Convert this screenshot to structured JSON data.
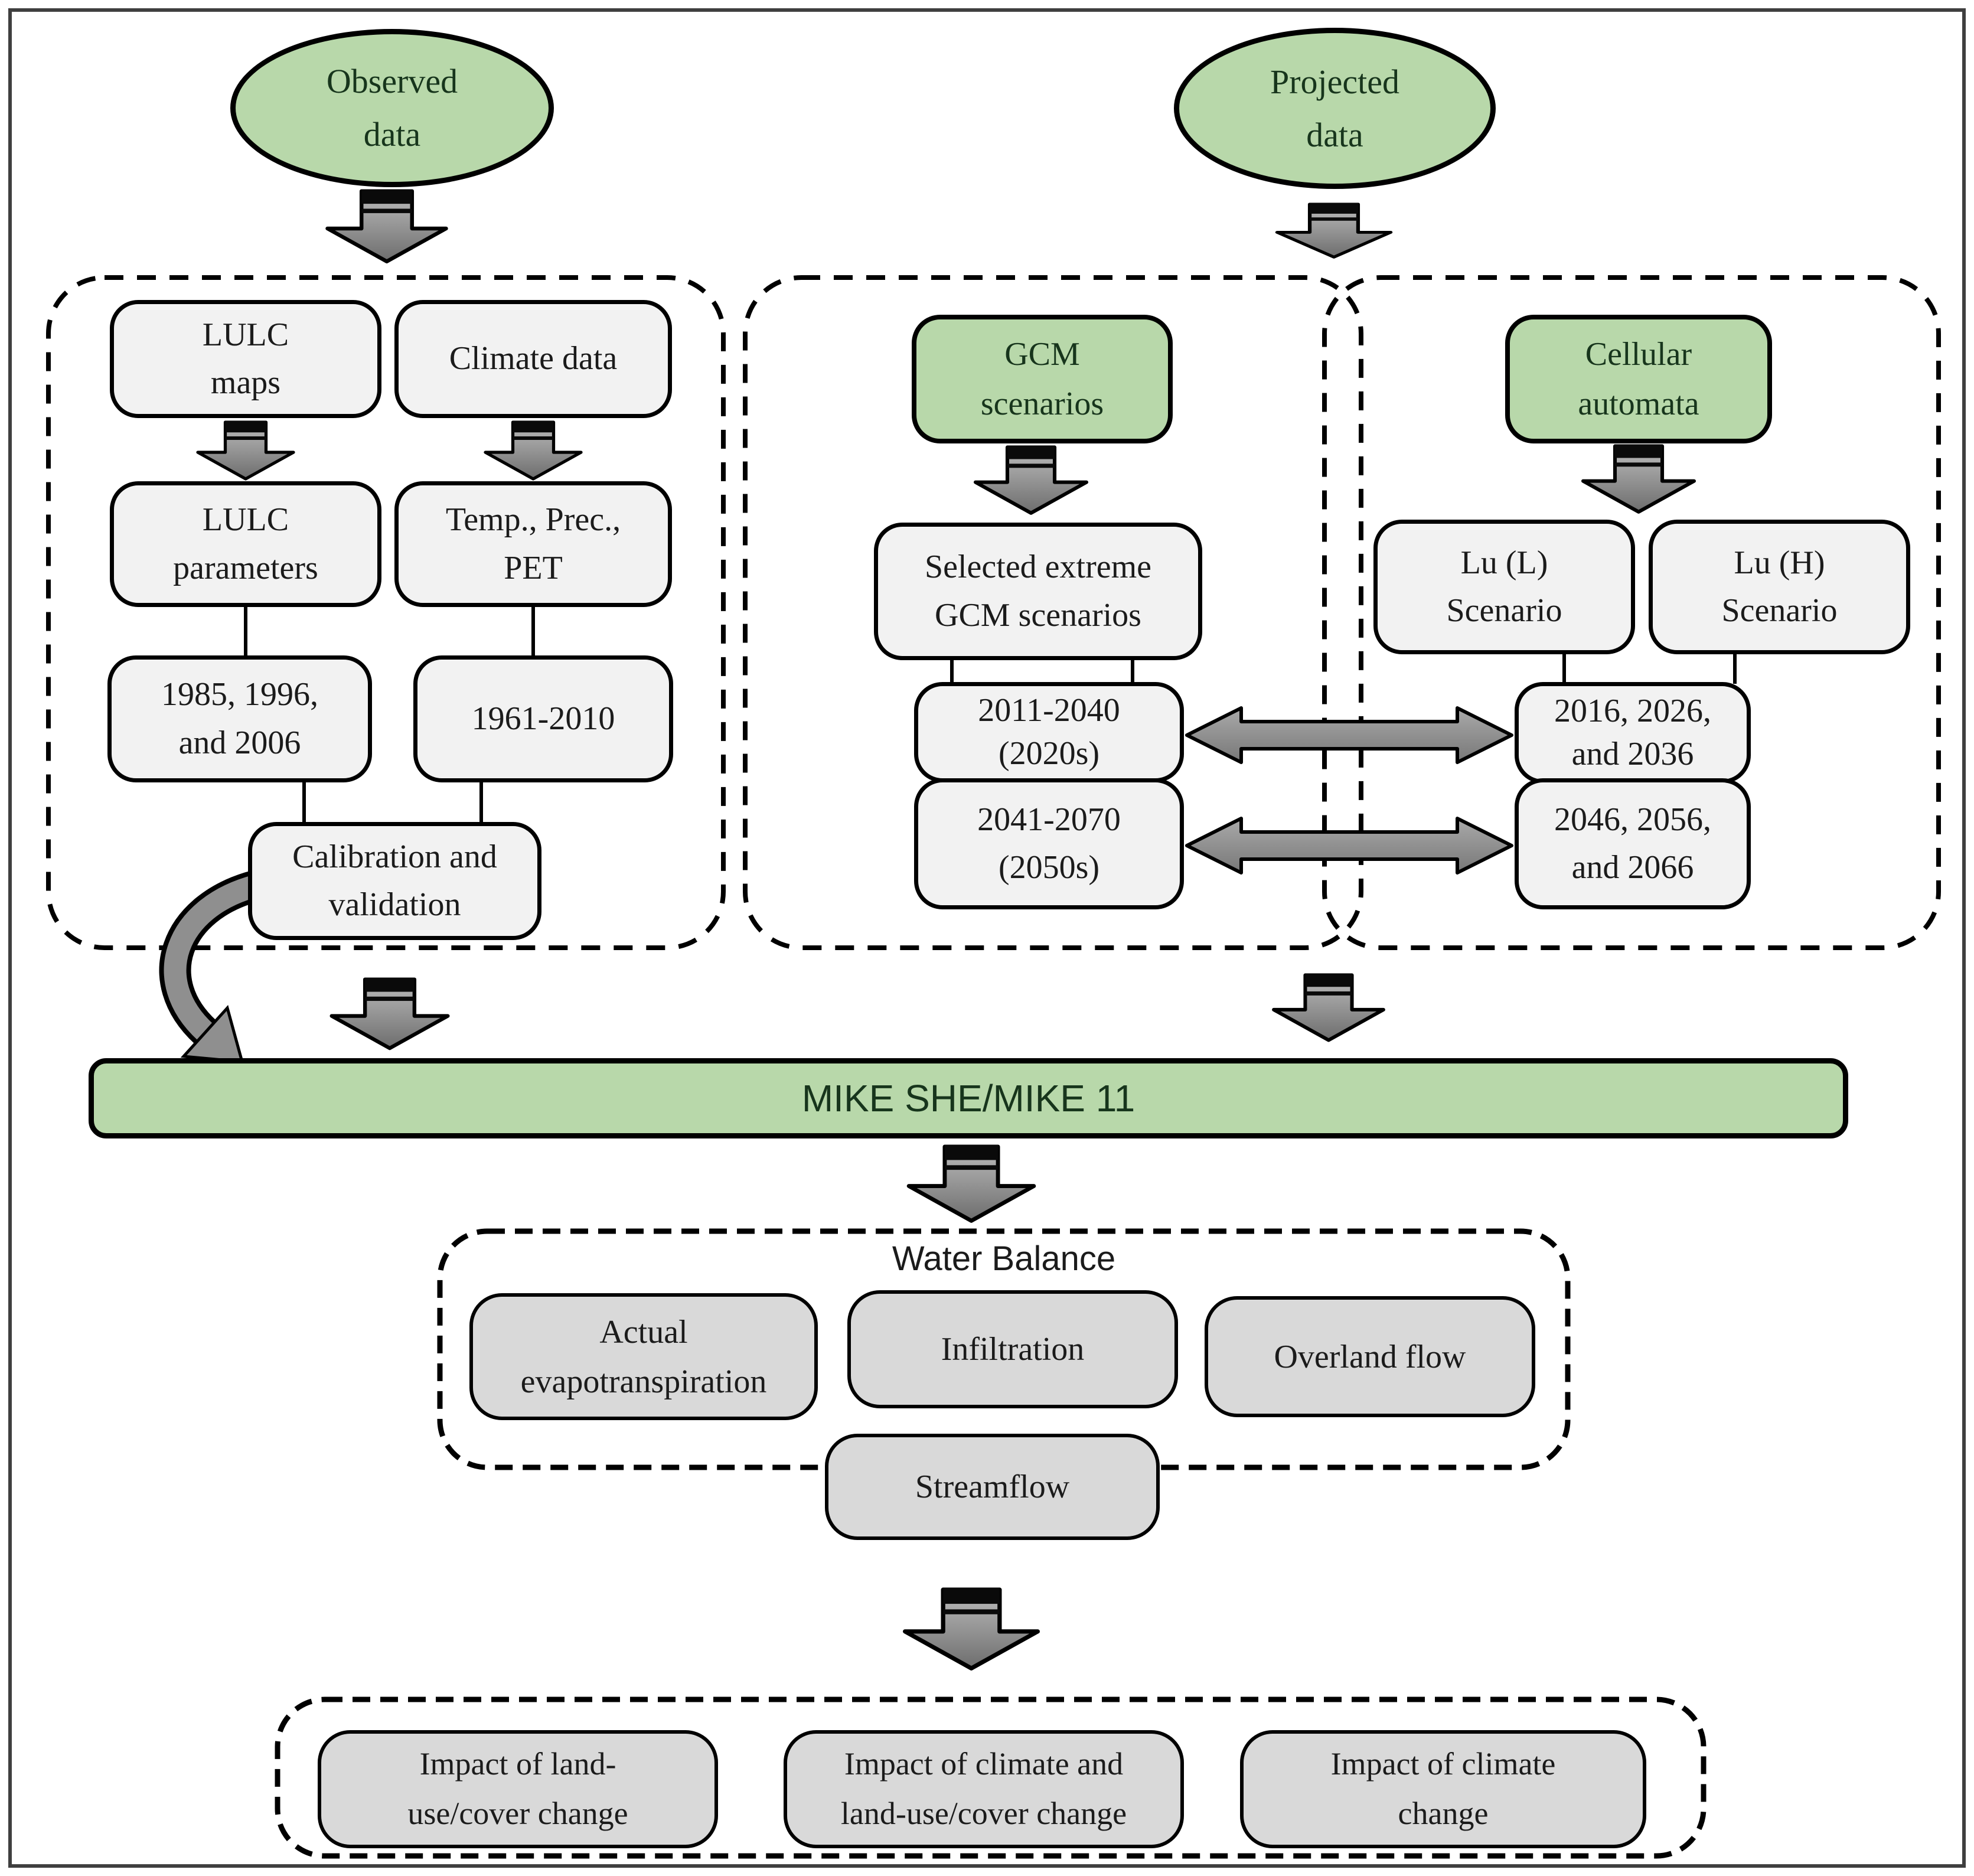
{
  "colors": {
    "green-fill": "#b8d8aa",
    "light-fill": "#f2f2f2",
    "gray-fill": "#d9d9d9",
    "arrow-gray": "#8f8f8f",
    "ink": "#000000",
    "frame-gray": "#3f3f3f",
    "green-ink": "#17351c",
    "text-ink": "#1b1b1b"
  },
  "nodes": {
    "observed": {
      "line1": "Observed",
      "line2": "data"
    },
    "projected": {
      "line1": "Projected",
      "line2": "data"
    },
    "lulc_maps": {
      "line1": "LULC",
      "line2": "maps"
    },
    "climate_data": {
      "label": "Climate data"
    },
    "lulc_parameters": {
      "line1": "LULC",
      "line2": "parameters"
    },
    "temp_prec_pet": {
      "line1": "Temp., Prec.,",
      "line2": "PET"
    },
    "lulc_years": {
      "line1": "1985, 1996,",
      "line2": "and 2006"
    },
    "climate_years": {
      "label": "1961-2010"
    },
    "calibration": {
      "line1": "Calibration and",
      "line2": "validation"
    },
    "gcm": {
      "line1": "GCM",
      "line2": "scenarios"
    },
    "selected_gcm": {
      "line1": "Selected extreme",
      "line2": "GCM scenarios"
    },
    "period_2020s": {
      "line1": "2011-2040",
      "line2": "(2020s)"
    },
    "period_2050s": {
      "line1": "2041-2070",
      "line2": "(2050s)"
    },
    "cellular": {
      "line1": "Cellular",
      "line2": "automata"
    },
    "lu_low": {
      "line1": "Lu (L)",
      "line2": "Scenario"
    },
    "lu_high": {
      "line1": "Lu (H)",
      "line2": "Scenario"
    },
    "lu_years_1": {
      "line1": "2016, 2026,",
      "line2": "and 2036"
    },
    "lu_years_2": {
      "line1": "2046, 2056,",
      "line2": "and 2066"
    },
    "mike": {
      "label": "MIKE SHE/MIKE 11"
    },
    "water_balance": {
      "title": "Water Balance"
    },
    "aet": {
      "line1": "Actual",
      "line2": "evapotranspiration"
    },
    "infiltration": {
      "label": "Infiltration"
    },
    "overland_flow": {
      "label": "Overland flow"
    },
    "streamflow": {
      "label": "Streamflow"
    },
    "impact_landuse": {
      "line1": "Impact of land-",
      "line2": "use/cover change"
    },
    "impact_combined": {
      "line1": "Impact of climate and",
      "line2": "land-use/cover change"
    },
    "impact_climate": {
      "line1": "Impact of climate",
      "line2": "change"
    }
  }
}
